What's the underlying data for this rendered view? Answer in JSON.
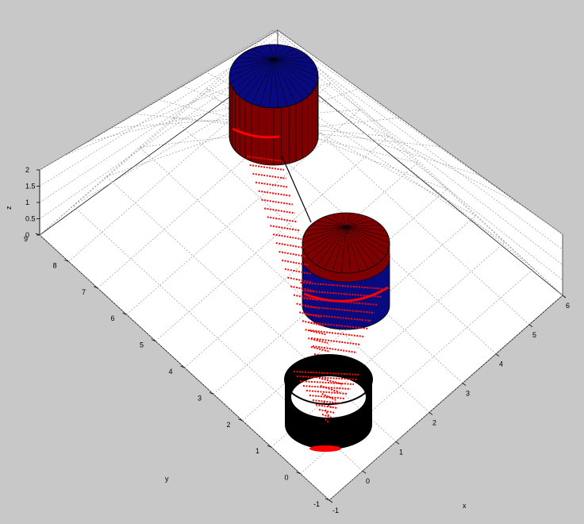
{
  "figure": {
    "background": "#c8c8c8",
    "axes_color": "#000000",
    "grid_color": "#9a9a9a",
    "beam_color": "#ff0000",
    "cylinder_side_color": "#7f0000",
    "cylinder_cap_color": "#0a0a80",
    "ring_color": "#000000",
    "x_axis": {
      "label": "x",
      "ticks": [
        "-1",
        "0",
        "1",
        "2",
        "3",
        "4",
        "5",
        "6"
      ]
    },
    "y_axis": {
      "label": "y",
      "ticks": [
        "-1",
        "0",
        "1",
        "2",
        "3",
        "4",
        "5",
        "6",
        "7",
        "8",
        "9"
      ]
    },
    "z_axis": {
      "label": "z",
      "ticks": [
        "0",
        "0.5",
        "1",
        "1.5",
        "2"
      ]
    }
  }
}
